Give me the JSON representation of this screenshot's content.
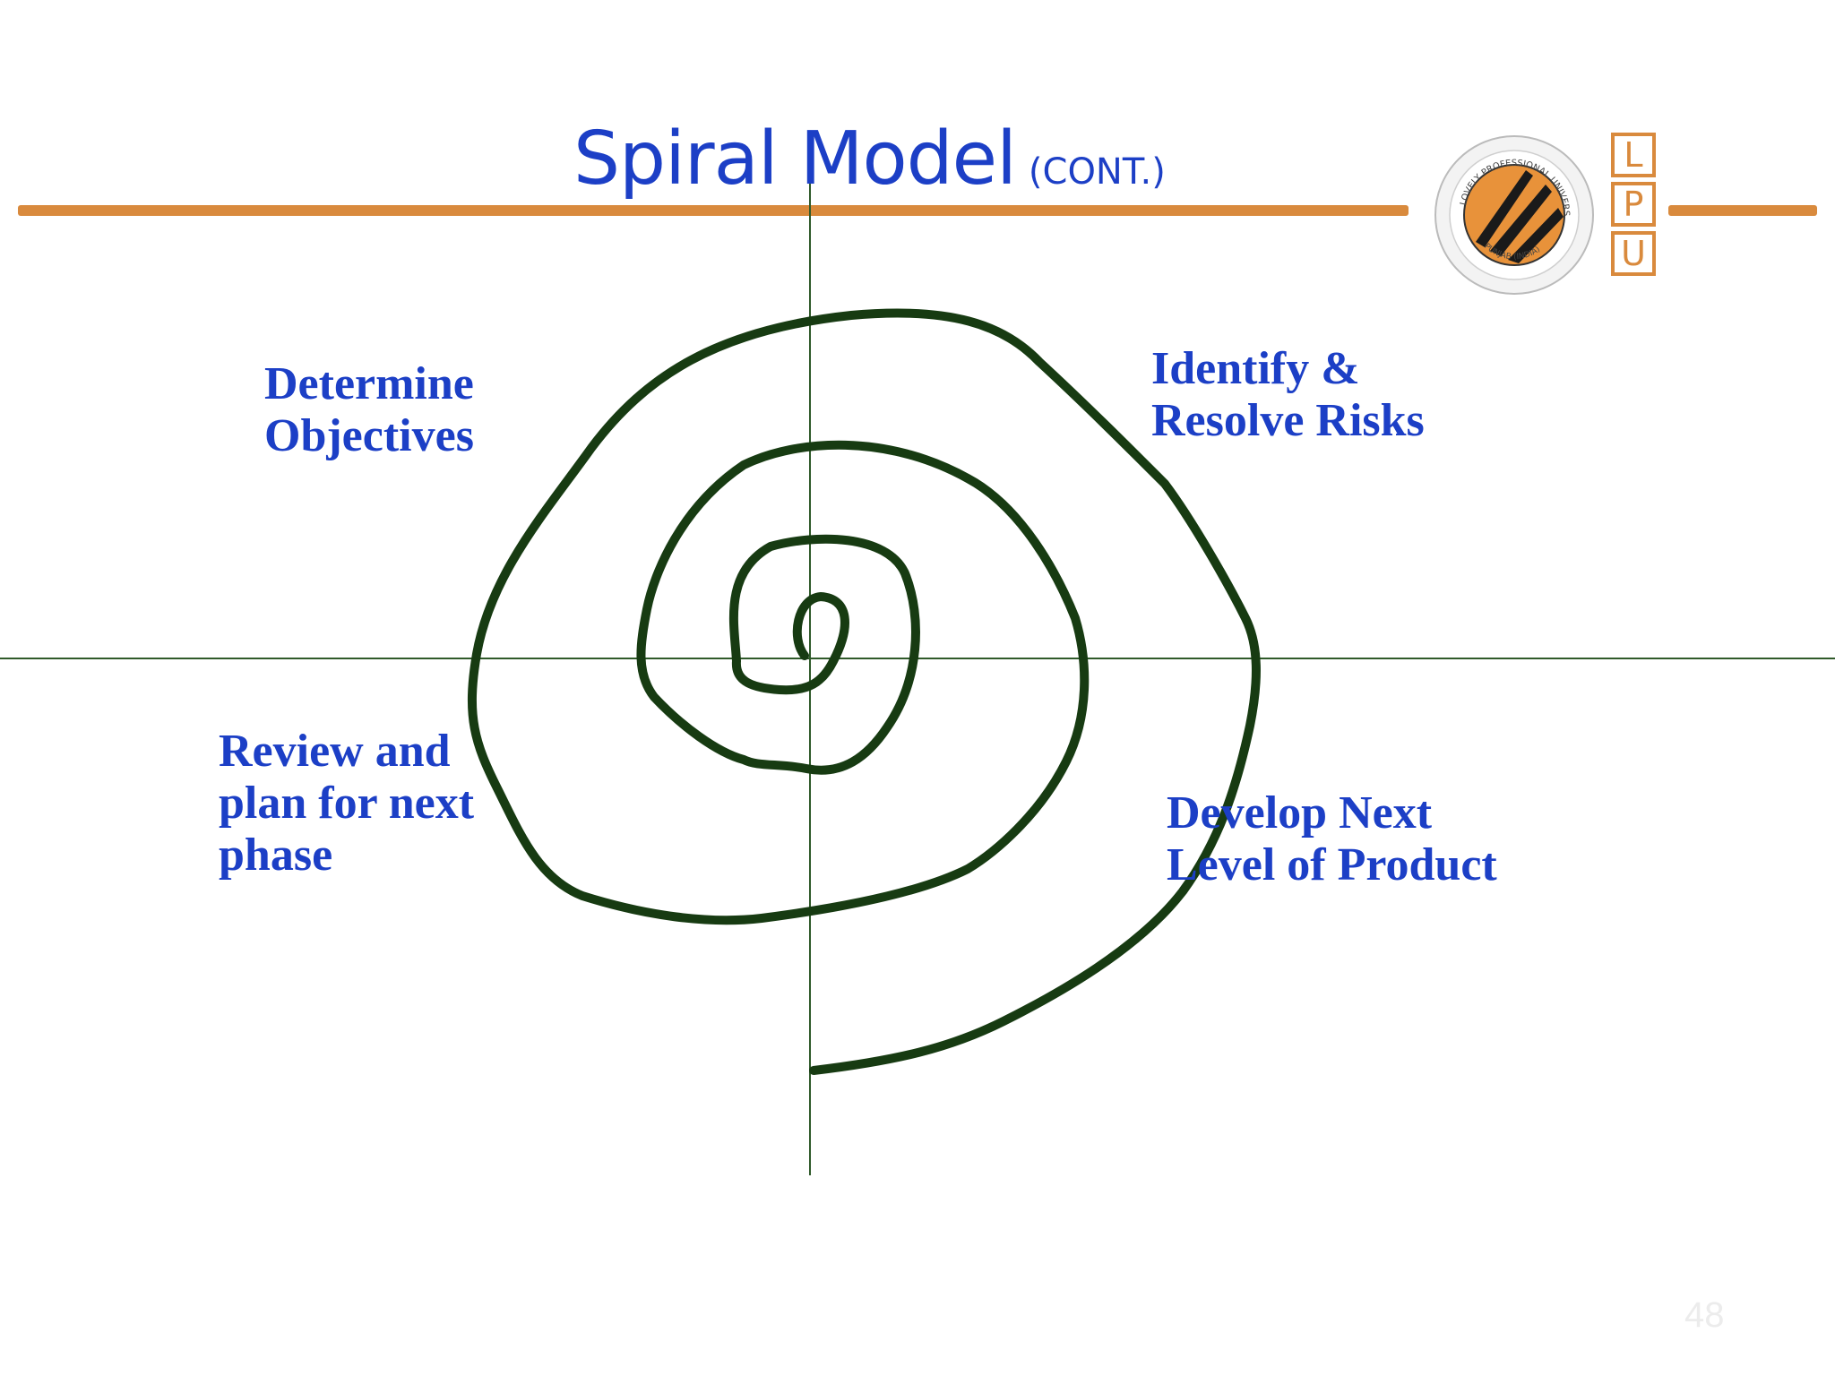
{
  "slide": {
    "title": "Spiral Model",
    "title_suffix": "(CONT.)",
    "page_number": "48"
  },
  "quadrants": {
    "top_left": [
      "Determine",
      "Objectives"
    ],
    "top_right": [
      "Identify &",
      "Resolve Risks"
    ],
    "bottom_left": [
      "Review and",
      "plan for next",
      "phase"
    ],
    "bottom_right": [
      "Develop Next",
      "Level of Product"
    ]
  },
  "logo": {
    "letters": [
      "L",
      "P",
      "U"
    ],
    "seal_text": [
      "LOVELY",
      "PROFESSIONAL",
      "UNIVERSITY",
      "PUNJAB (INDIA)"
    ]
  },
  "colors": {
    "accent": "#d98a3d",
    "title": "#1c3fc6",
    "spiral": "#173b12",
    "axis": "#2f5a2a"
  }
}
